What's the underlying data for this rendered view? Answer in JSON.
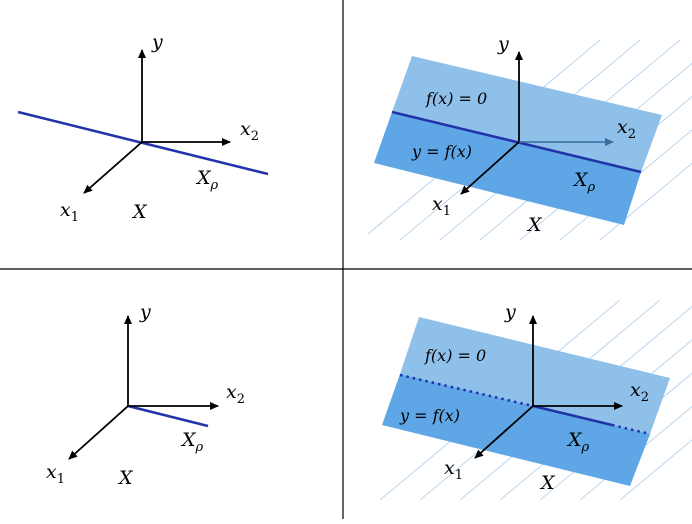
{
  "labels": {
    "y": "y",
    "x1": "x",
    "x1_sub": "1",
    "x2": "x",
    "x2_sub": "2",
    "X": "X",
    "Xrho": "X",
    "Xrho_sub": "ρ",
    "f_zero": "f(x) = 0",
    "y_eq_f": "y = f(x)"
  },
  "colors": {
    "line": "#2233aa",
    "plane_top": "#8fc0ea",
    "plane_bottom": "#5ea6e6",
    "hatch": "#a8c8e8",
    "axis": "#000000",
    "divider": "#000000"
  }
}
